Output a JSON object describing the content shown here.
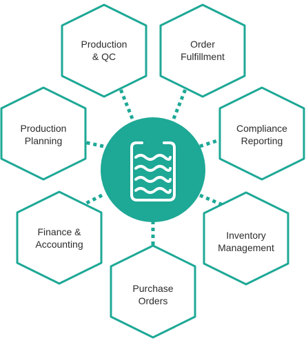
{
  "colors": {
    "accent": "#1ea896",
    "center_fill": "#1ea896",
    "node_fill": "#ffffff",
    "text": "#2b2b2b",
    "icon": "#ffffff"
  },
  "center": {
    "icon": "data-storage-icon"
  },
  "nodes": [
    {
      "id": "production-qc",
      "label": "Production\n& QC"
    },
    {
      "id": "order-fulfillment",
      "label": "Order\nFulfillment"
    },
    {
      "id": "production-planning",
      "label": "Production\nPlanning"
    },
    {
      "id": "compliance-reporting",
      "label": "Compliance\nReporting"
    },
    {
      "id": "finance-accounting",
      "label": "Finance &\nAccounting"
    },
    {
      "id": "inventory-management",
      "label": "Inventory\nManagement"
    },
    {
      "id": "purchase-orders",
      "label": "Purchase\nOrders"
    }
  ]
}
